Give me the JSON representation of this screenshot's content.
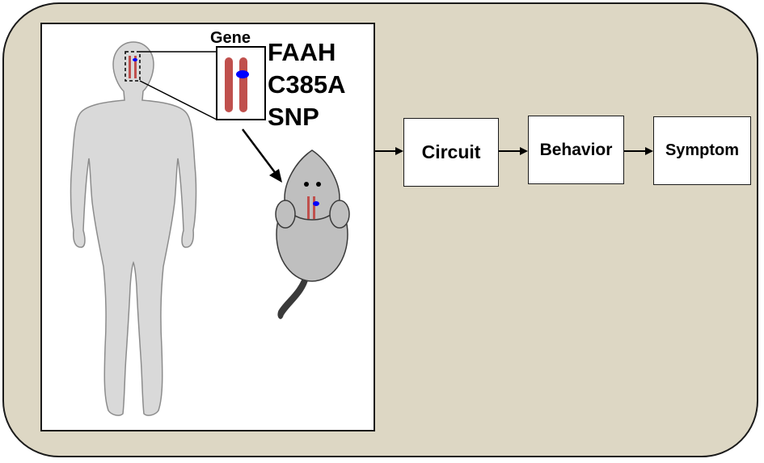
{
  "labels": {
    "gene": "Gene",
    "gene_name": "FAAH",
    "variant": "C385A",
    "snp": "SNP"
  },
  "flow": {
    "circuit": "Circuit",
    "behavior": "Behavior",
    "symptom": "Symptom"
  },
  "colors": {
    "background": "#ddd7c4",
    "silhouette": "#d9d9d9",
    "chromosome": "#c0504d",
    "snp_marker": "#0000ff",
    "mouse_body": "#bfbfbf"
  }
}
